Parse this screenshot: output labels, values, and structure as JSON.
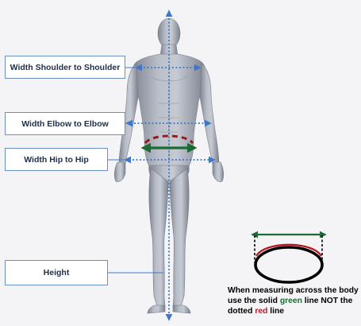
{
  "labels": {
    "shoulder": "Width Shoulder to Shoulder",
    "elbow": "Width Elbow to Elbow",
    "hip": "Width Hip to Hip",
    "height": "Height"
  },
  "note": {
    "line1": "When measuring across the body",
    "line2_prefix": "use the solid ",
    "line2_green": "green",
    "line2_suffix": " line NOT the",
    "line3_prefix": "dotted ",
    "line3_red": "red",
    "line3_suffix": " line"
  },
  "colors": {
    "background": "#f4f4f6",
    "measure_line": "#3f78c8",
    "label_border": "#6a8fc9",
    "solid_line": "#1d6b34",
    "dotted_line": "#9b1a1a",
    "ellipse": "#000000",
    "body_skin": "#aab0bb"
  },
  "icons": {
    "figure": "human-body-figure",
    "cross_section": "body-cross-section-ellipse"
  }
}
